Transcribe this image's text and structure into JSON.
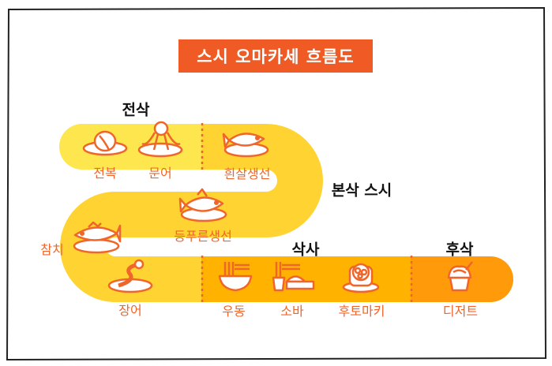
{
  "title": "스시 오마카세 흐름도",
  "colors": {
    "accent": "#F05A24",
    "icon": "#F0652A",
    "light_yellow": "#FDE64E",
    "yellow": "#FFD331",
    "amber": "#FFB300",
    "orange": "#FF9A0A"
  },
  "courses": {
    "appetizer": {
      "label": "전삭",
      "items": [
        {
          "name": "전복",
          "icon": "abalone-icon"
        },
        {
          "name": "문어",
          "icon": "octopus-icon"
        }
      ]
    },
    "main": {
      "label": "본삭 스시",
      "items": [
        {
          "name": "흰살생선",
          "icon": "white-fish-icon"
        },
        {
          "name": "등푸른생선",
          "icon": "blue-fish-icon"
        },
        {
          "name": "참치",
          "icon": "tuna-icon"
        },
        {
          "name": "장어",
          "icon": "eel-icon"
        }
      ]
    },
    "meal": {
      "label": "삭사",
      "items": [
        {
          "name": "우동",
          "icon": "udon-icon"
        },
        {
          "name": "소바",
          "icon": "soba-icon"
        },
        {
          "name": "후토마키",
          "icon": "futomaki-icon"
        }
      ]
    },
    "dessert": {
      "label": "후삭",
      "items": [
        {
          "name": "디저트",
          "icon": "shaved-ice-icon"
        }
      ]
    }
  }
}
